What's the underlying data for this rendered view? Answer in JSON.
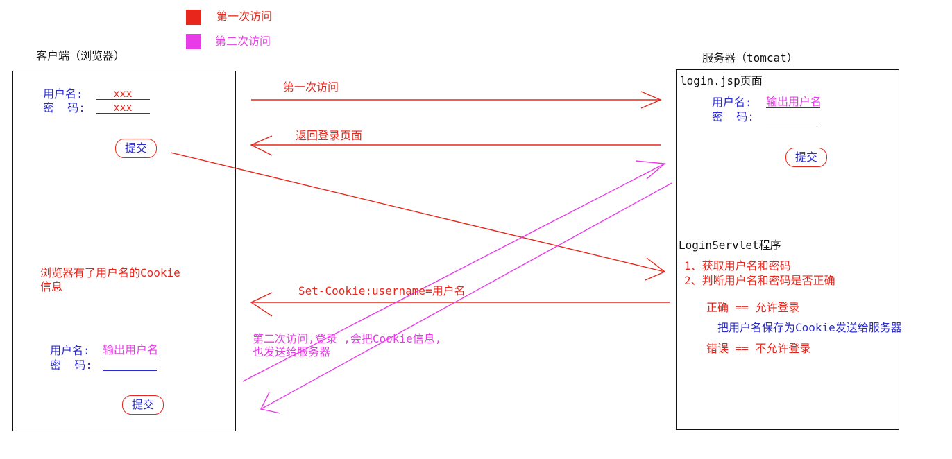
{
  "legend": {
    "first_visit": {
      "label": "第一次访问",
      "color": "#e8261c"
    },
    "second_visit": {
      "label": "第二次访问",
      "color": "#e83ce8"
    }
  },
  "client": {
    "title": "客户端（浏览器）",
    "form1": {
      "username_label": "用户名:",
      "username_value": "xxx",
      "password_label": "密  码:",
      "password_value": "xxx",
      "submit": "提交"
    },
    "cookie_note_line1": "浏览器有了用户名的Cookie",
    "cookie_note_line2": "信息",
    "form2": {
      "username_label": "用户名:",
      "username_value": "输出用户名",
      "password_label": "密  码:",
      "password_value": "",
      "submit": "提交"
    }
  },
  "server": {
    "title": "服务器（tomcat）",
    "jsp_title": "login.jsp页面",
    "form": {
      "username_label": "用户名:",
      "username_value": "输出用户名",
      "password_label": "密  码:",
      "password_value": "",
      "submit": "提交"
    },
    "servlet_title": "LoginServlet程序",
    "step1": "1、获取用户名和密码",
    "step2": "2、判断用户名和密码是否正确",
    "correct": "正确 == 允许登录",
    "save_cookie": "把用户名保存为Cookie发送给服务器",
    "wrong": "错误 == 不允许登录"
  },
  "arrows": {
    "first_visit": "第一次访问",
    "return_login": "返回登录页面",
    "set_cookie": "Set-Cookie:username=用户名",
    "second_visit_line1": "第二次访问,登录 ,会把Cookie信息,",
    "second_visit_line2": "也发送给服务器"
  }
}
